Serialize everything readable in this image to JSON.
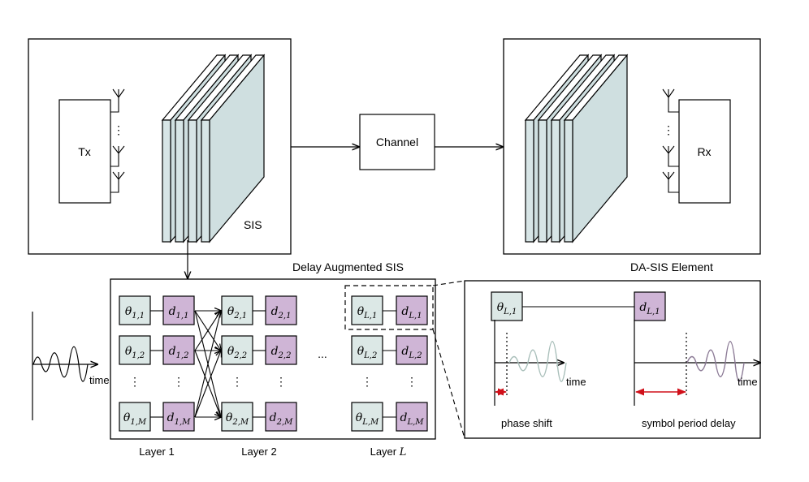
{
  "labels": {
    "tx": "Tx",
    "rx": "Rx",
    "channel": "Channel",
    "sis": "SIS",
    "delay_augmented_sis": "Delay Augmented SIS",
    "da_sis_element": "DA-SIS Element",
    "time": "time",
    "phase_shift": "phase shift",
    "symbol_period_delay": "symbol period delay",
    "ellipsis": "...",
    "layer_prefix": "Layer",
    "layer_1": "1",
    "layer_2": "2",
    "layer_l": "L"
  },
  "network": {
    "col1": {
      "theta": [
        [
          "1",
          "1"
        ],
        [
          "1",
          "2"
        ],
        [
          "1",
          "M"
        ]
      ],
      "d": [
        [
          "1",
          "1"
        ],
        [
          "1",
          "2"
        ],
        [
          "1",
          "M"
        ]
      ]
    },
    "col2": {
      "theta": [
        [
          "2",
          "1"
        ],
        [
          "2",
          "2"
        ],
        [
          "2",
          "M"
        ]
      ],
      "d": [
        [
          "2",
          "1"
        ],
        [
          "2",
          "2"
        ],
        [
          "2",
          "M"
        ]
      ]
    },
    "colL": {
      "theta": [
        [
          "L",
          "1"
        ],
        [
          "L",
          "2"
        ],
        [
          "L",
          "M"
        ]
      ],
      "d": [
        [
          "L",
          "1"
        ],
        [
          "L",
          "2"
        ],
        [
          "L",
          "M"
        ]
      ]
    }
  },
  "colors": {
    "theta_fill": "#dce8e6",
    "d_fill": "#cfb5d6",
    "panel_fill": "#d7e5e6",
    "phase_wave": "#a9bfba",
    "delay_wave": "#8c7b96",
    "delay_marker": "#d0101a"
  }
}
